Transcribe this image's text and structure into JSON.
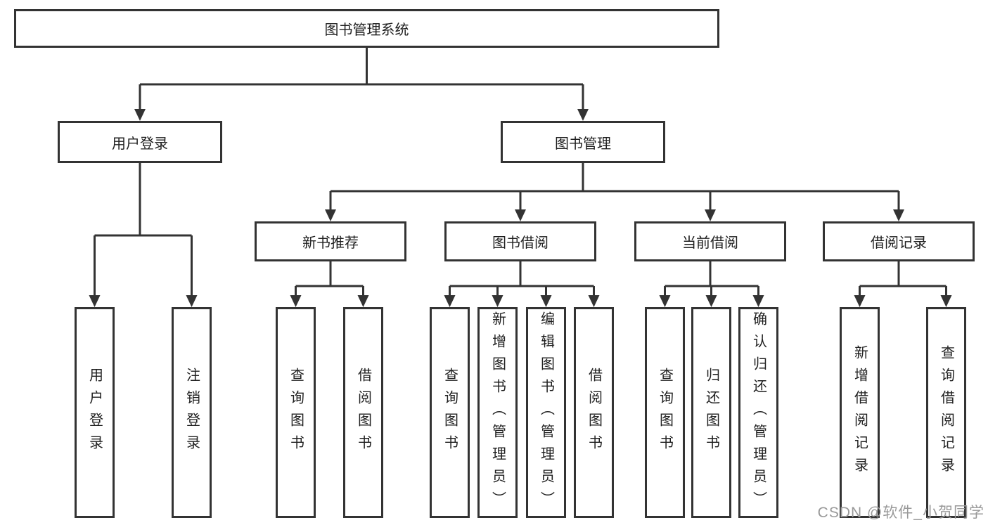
{
  "diagram": {
    "title": "图书管理系统",
    "branches": [
      {
        "label": "用户登录",
        "children": [
          {
            "label": "用户登录"
          },
          {
            "label": "注销登录"
          }
        ]
      },
      {
        "label": "图书管理",
        "children": [
          {
            "label": "新书推荐",
            "children": [
              {
                "label": "查询图书"
              },
              {
                "label": "借阅图书"
              }
            ]
          },
          {
            "label": "图书借阅",
            "children": [
              {
                "label": "查询图书"
              },
              {
                "label": "新增图书（管理员）"
              },
              {
                "label": "编辑图书（管理员）"
              },
              {
                "label": "借阅图书"
              }
            ]
          },
          {
            "label": "当前借阅",
            "children": [
              {
                "label": "查询图书"
              },
              {
                "label": "归还图书"
              },
              {
                "label": "确认归还（管理员）"
              }
            ]
          },
          {
            "label": "借阅记录",
            "children": [
              {
                "label": "新增借阅记录"
              },
              {
                "label": "查询借阅记录"
              }
            ]
          }
        ]
      }
    ]
  },
  "watermark": {
    "text": "CSDN @软件_小贺同学"
  },
  "colors": {
    "line": "#333333",
    "text": "#1f1f1f",
    "watermark": "#999999"
  }
}
